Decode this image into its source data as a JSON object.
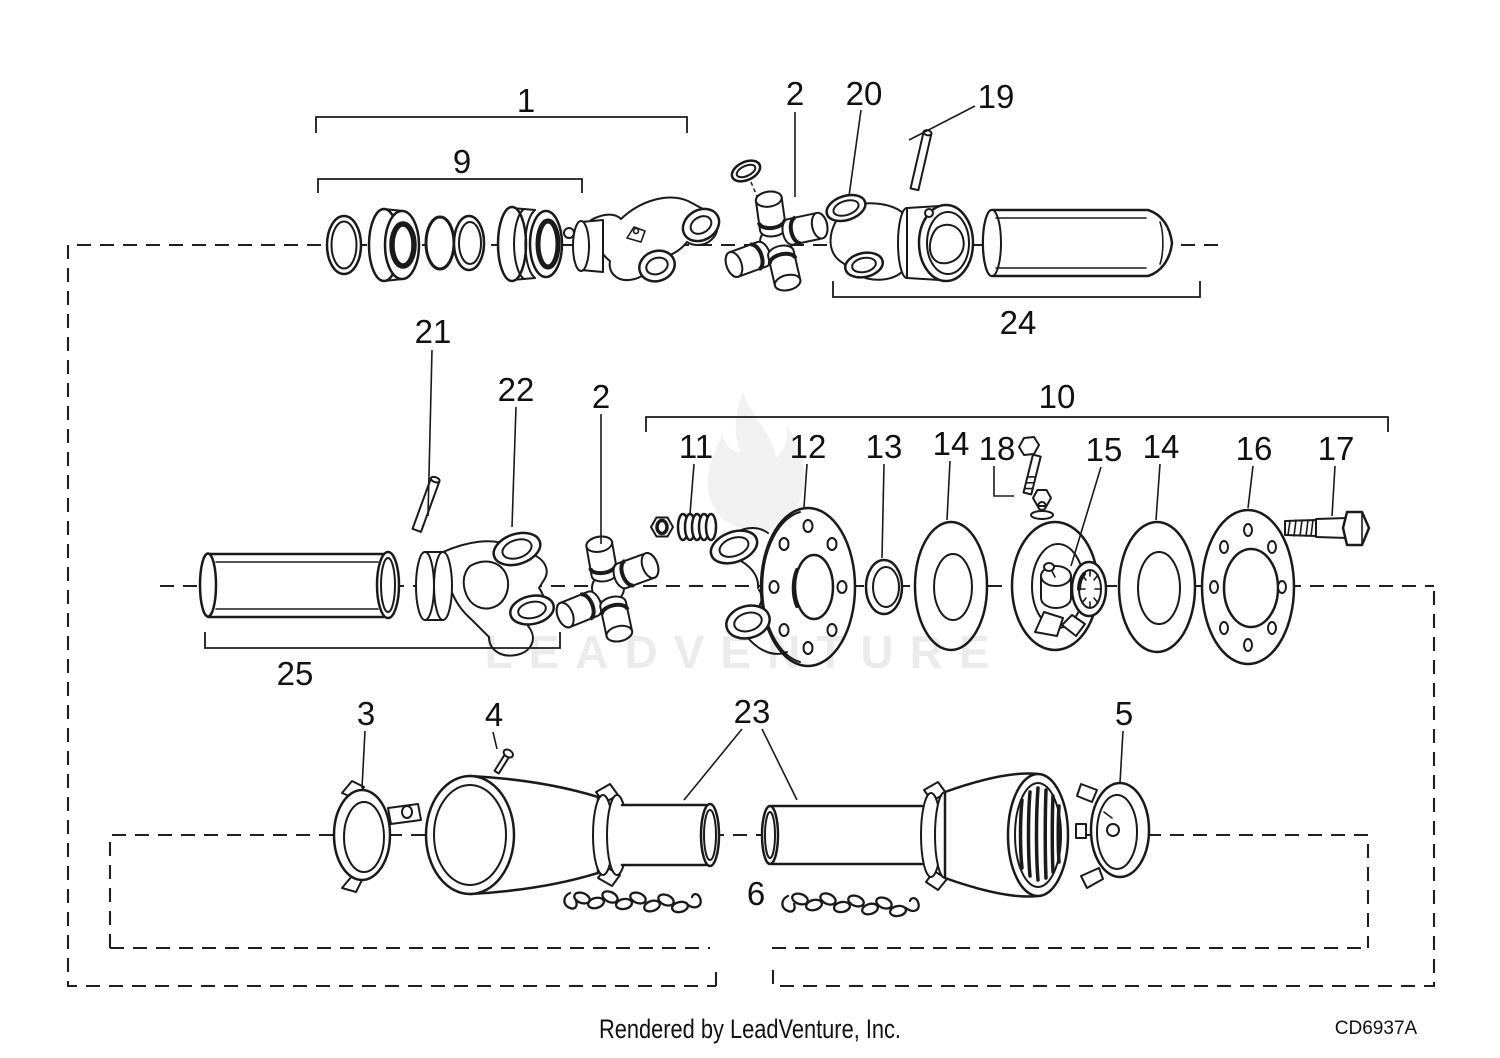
{
  "colors": {
    "line": "#1a1a1a",
    "background": "#ffffff"
  },
  "watermark": {
    "text": "LEADVENTURE"
  },
  "footer": {
    "credit": "Rendered by LeadVenture, Inc.",
    "diagram_code": "CD6937A"
  },
  "callouts": {
    "c1": "1",
    "c9": "9",
    "c2_top": "2",
    "c20": "20",
    "c19": "19",
    "c24": "24",
    "c21": "21",
    "c22": "22",
    "c2_mid": "2",
    "c10": "10",
    "c11": "11",
    "c12": "12",
    "c13": "13",
    "c14_left": "14",
    "c18": "18",
    "c15": "15",
    "c14_right": "14",
    "c16": "16",
    "c17": "17",
    "c25": "25",
    "c3": "3",
    "c4": "4",
    "c23": "23",
    "c5": "5",
    "c6": "6"
  }
}
